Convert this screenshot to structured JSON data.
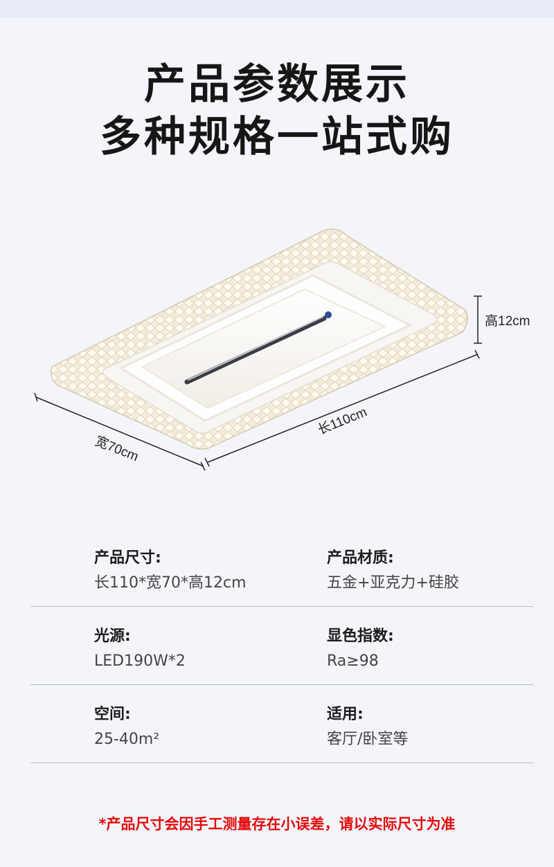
{
  "header": {
    "line1": "产品参数展示",
    "line2": "多种规格一站式购"
  },
  "dimensions": {
    "height_label": "高12cm",
    "length_label": "长110cm",
    "width_label": "宽70cm"
  },
  "specs": [
    {
      "label": "产品尺寸:",
      "value": "长110*宽70*高12cm"
    },
    {
      "label": "产品材质:",
      "value": "五金+亚克力+硅胶"
    },
    {
      "label": "光源:",
      "value": "LED190W*2"
    },
    {
      "label": "显色指数:",
      "value": "Ra≥98"
    },
    {
      "label": "空间:",
      "value": "25-40m²"
    },
    {
      "label": "适用:",
      "value": "客厅/卧室等"
    }
  ],
  "note": "*产品尺寸会因手工测量存在小误差，请以实际尺寸为准",
  "colors": {
    "background": "#f3f5fb",
    "note_red": "#e30b0b",
    "divider": "#b9b9b9"
  }
}
